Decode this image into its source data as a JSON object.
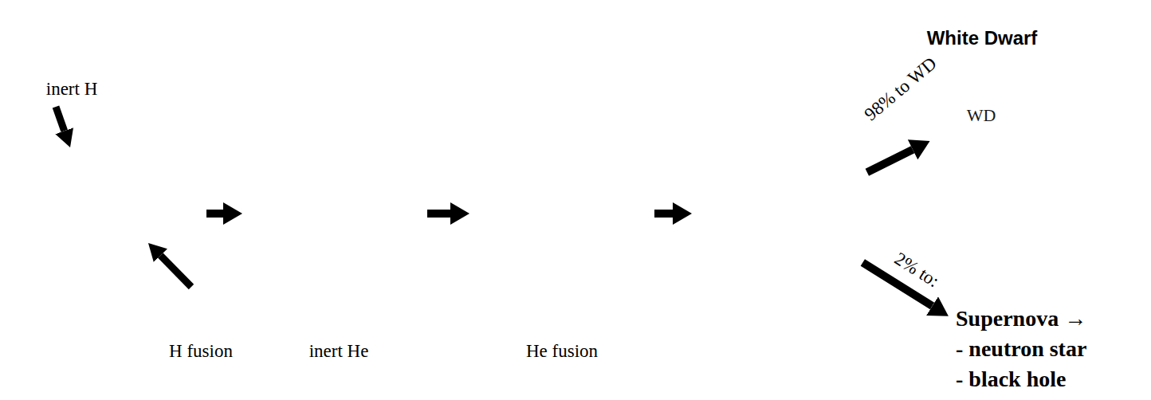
{
  "diagram": {
    "nodes": [
      {
        "text": [
          "inert H",
          "H fusion"
        ]
      },
      {
        "text": [
          "inert He"
        ]
      },
      {
        "text": [
          "He fusion"
        ]
      },
      {
        "text": []
      },
      {
        "text": [
          "White Dwarf",
          "WD"
        ]
      },
      {
        "text": [
          "Supernova →",
          "- neutron star",
          "- black hole"
        ]
      }
    ],
    "edges": [
      {
        "from": 0,
        "to": 1,
        "arrow": "to"
      },
      {
        "from": 1,
        "to": 2,
        "arrow": "to"
      },
      {
        "from": 2,
        "to": 3,
        "arrow": "to"
      },
      {
        "from": 3,
        "to": 4,
        "label": "98% to WD",
        "arrow": "to"
      },
      {
        "from": 3,
        "to": 5,
        "label": "2% to:",
        "arrow": "to"
      }
    ]
  }
}
